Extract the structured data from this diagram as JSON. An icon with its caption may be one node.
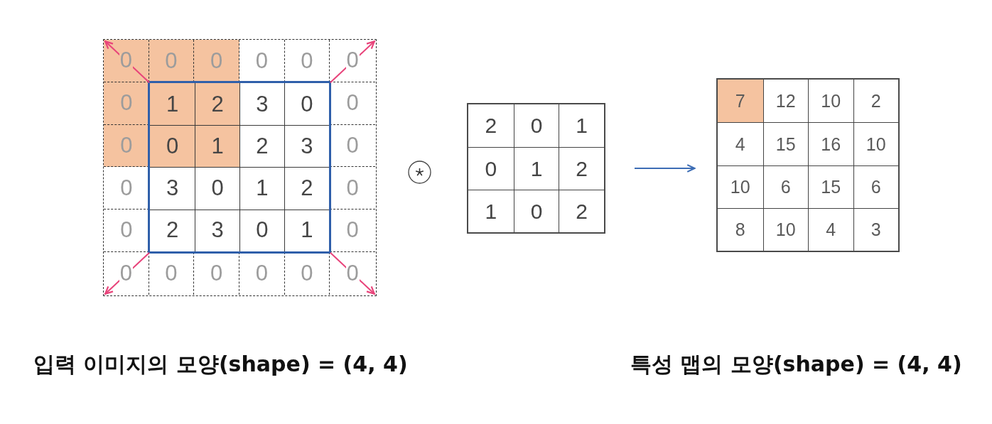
{
  "diagram": {
    "nodes": [
      {
        "text": [],
        "shape": "box"
      },
      {
        "text": [],
        "shape": "box",
        "in": 0
      },
      {
        "text": [
          "0"
        ],
        "in": 0
      },
      {
        "text": [
          "0"
        ],
        "in": 0
      },
      {
        "text": [
          "0"
        ],
        "in": 0
      },
      {
        "text": [
          "0"
        ],
        "in": 0
      },
      {
        "text": [
          "0"
        ],
        "in": 0
      },
      {
        "text": [
          "0"
        ],
        "in": 0
      },
      {
        "text": [
          "0"
        ],
        "in": 0
      },
      {
        "text": [
          "1"
        ],
        "in": 1
      },
      {
        "text": [
          "2"
        ],
        "in": 1
      },
      {
        "text": [
          "3"
        ],
        "in": 1
      },
      {
        "text": [
          "0"
        ],
        "in": 1
      },
      {
        "text": [
          "0"
        ],
        "in": 0
      },
      {
        "text": [
          "0"
        ],
        "in": 0
      },
      {
        "text": [
          "0"
        ],
        "in": 1
      },
      {
        "text": [
          "1"
        ],
        "in": 1
      },
      {
        "text": [
          "2"
        ],
        "in": 1
      },
      {
        "text": [
          "3"
        ],
        "in": 1
      },
      {
        "text": [
          "0"
        ],
        "in": 0
      },
      {
        "text": [
          "0"
        ],
        "in": 0
      },
      {
        "text": [
          "3"
        ],
        "in": 1
      },
      {
        "text": [
          "0"
        ],
        "in": 1
      },
      {
        "text": [
          "1"
        ],
        "in": 1
      },
      {
        "text": [
          "2"
        ],
        "in": 1
      },
      {
        "text": [
          "0"
        ],
        "in": 0
      },
      {
        "text": [
          "0"
        ],
        "in": 0
      },
      {
        "text": [
          "2"
        ],
        "in": 1
      },
      {
        "text": [
          "3"
        ],
        "in": 1
      },
      {
        "text": [
          "0"
        ],
        "in": 1
      },
      {
        "text": [
          "1"
        ],
        "in": 1
      },
      {
        "text": [
          "0"
        ],
        "in": 0
      },
      {
        "text": [
          "0"
        ],
        "in": 0
      },
      {
        "text": [
          "0"
        ],
        "in": 0
      },
      {
        "text": [
          "0"
        ],
        "in": 0
      },
      {
        "text": [
          "0"
        ],
        "in": 0
      },
      {
        "text": [
          "0"
        ],
        "in": 0
      },
      {
        "text": [
          "0"
        ],
        "in": 0
      },
      {
        "text": [],
        "shape": "box"
      },
      {
        "text": [
          "2"
        ],
        "in": 38
      },
      {
        "text": [
          "0"
        ],
        "in": 38
      },
      {
        "text": [
          "1"
        ],
        "in": 38
      },
      {
        "text": [
          "0"
        ],
        "in": 38
      },
      {
        "text": [
          "1"
        ],
        "in": 38
      },
      {
        "text": [
          "2"
        ],
        "in": 38
      },
      {
        "text": [
          "1"
        ],
        "in": 38
      },
      {
        "text": [
          "0"
        ],
        "in": 38
      },
      {
        "text": [
          "2"
        ],
        "in": 38
      },
      {
        "text": [],
        "shape": "box"
      },
      {
        "text": [
          "7"
        ],
        "in": 48
      },
      {
        "text": [
          "12"
        ],
        "in": 48
      },
      {
        "text": [
          "10"
        ],
        "in": 48
      },
      {
        "text": [
          "2"
        ],
        "in": 48
      },
      {
        "text": [
          "4"
        ],
        "in": 48
      },
      {
        "text": [
          "15"
        ],
        "in": 48
      },
      {
        "text": [
          "16"
        ],
        "in": 48
      },
      {
        "text": [
          "10"
        ],
        "in": 48
      },
      {
        "text": [
          "10"
        ],
        "in": 48
      },
      {
        "text": [
          "6"
        ],
        "in": 48
      },
      {
        "text": [
          "15"
        ],
        "in": 48
      },
      {
        "text": [
          "6"
        ],
        "in": 48
      },
      {
        "text": [
          "8"
        ],
        "in": 48
      },
      {
        "text": [
          "10"
        ],
        "in": 48
      },
      {
        "text": [
          "4"
        ],
        "in": 48
      },
      {
        "text": [
          "3"
        ],
        "in": 48
      }
    ],
    "edges": [
      {
        "from": 1,
        "to": 2,
        "arrow": "to",
        "color": "#e8437a"
      },
      {
        "from": 1,
        "to": 7,
        "arrow": "to",
        "color": "#e8437a"
      },
      {
        "from": 1,
        "to": 32,
        "arrow": "to",
        "color": "#e8437a"
      },
      {
        "from": 1,
        "to": 37,
        "arrow": "to",
        "color": "#e8437a"
      },
      {
        "from": 38,
        "to": 48,
        "arrow": "to",
        "color": "#3d6db5"
      }
    ],
    "labels": [
      "입력 이미지의 모양(shape) = (4, 4)",
      "특성 맵의 모양(shape) = (4, 4)"
    ]
  }
}
